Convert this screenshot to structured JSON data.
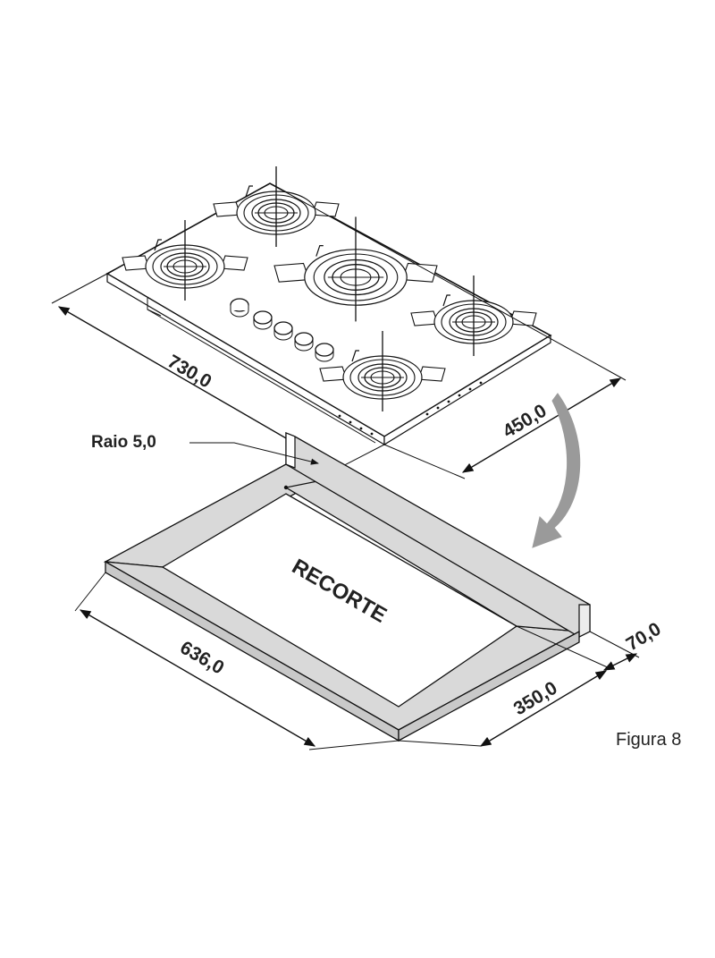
{
  "figure": {
    "caption": "Figura 8",
    "cutout_label": "RECORTE",
    "radius_label": "Raio 5,0",
    "dimensions": {
      "cooktop_width": "730,0",
      "cooktop_depth": "450,0",
      "cutout_width": "636,0",
      "cutout_depth": "350,0",
      "rear_clearance": "70,0"
    },
    "burner_count": 5,
    "knob_count": 5
  },
  "colors": {
    "line": "#111111",
    "frame_fill": "#d9d9d9",
    "arrow_fill": "#9a9a9a",
    "background": "#ffffff"
  }
}
